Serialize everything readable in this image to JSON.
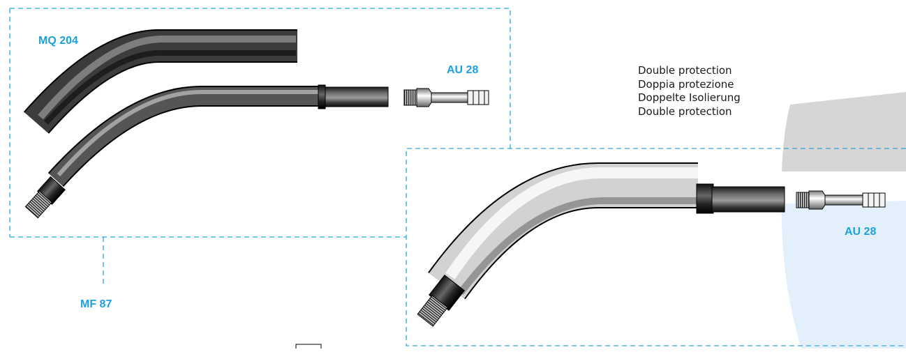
{
  "labels": {
    "mq204": "MQ 204",
    "au28_top": "AU 28",
    "mf87": "MF 87",
    "au28_right": "AU 28"
  },
  "description": [
    "Double protection",
    "Doppia protezione",
    "Doppelte Isolierung",
    "Double protection"
  ],
  "colors": {
    "dash": "#2aa7dc",
    "label": "#1ea0dc",
    "gray_panel": "#d6d6d6",
    "blue_panel": "#e3f0fb"
  }
}
